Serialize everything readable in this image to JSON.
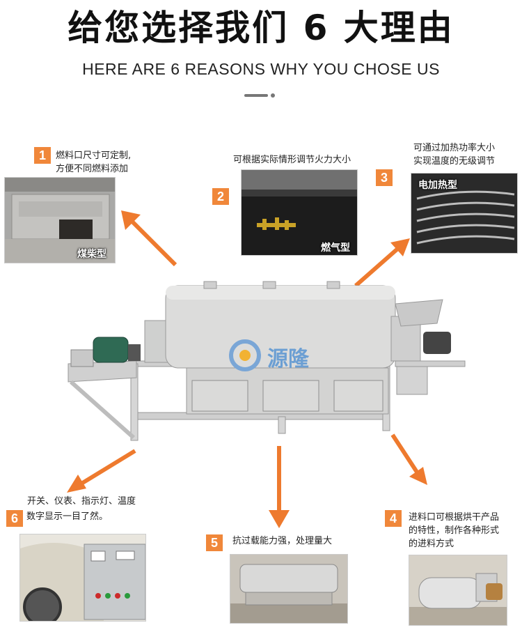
{
  "header": {
    "title": "给您选择我们 6 大理由",
    "subtitle": "HERE ARE 6 REASONS WHY YOU CHOSE US"
  },
  "brand": {
    "logo_text": "源隆"
  },
  "reasons": [
    {
      "num": "1",
      "lines": [
        "燃料口尺寸可定制,",
        "方便不同燃料添加"
      ],
      "photo_label": "煤柴型"
    },
    {
      "num": "2",
      "lines": [
        "可根据实际情形调节火力大小"
      ],
      "photo_label": "燃气型"
    },
    {
      "num": "3",
      "lines": [
        "可通过加热功率大小",
        "实现温度的无级调节"
      ],
      "photo_label": "电加热型"
    },
    {
      "num": "4",
      "lines": [
        "进料口可根据烘干产品",
        "的特性，制作各种形式",
        "的进料方式"
      ],
      "photo_label": ""
    },
    {
      "num": "5",
      "lines": [
        "抗过载能力强，处理量大"
      ],
      "photo_label": ""
    },
    {
      "num": "6",
      "lines": [
        "开关、仪表、指示灯、温度",
        "数字显示一目了然。"
      ],
      "photo_label": ""
    }
  ],
  "colors": {
    "accent": "#f0873a",
    "arrow": "#ee7a2e",
    "machine": "#d8d9d8"
  }
}
